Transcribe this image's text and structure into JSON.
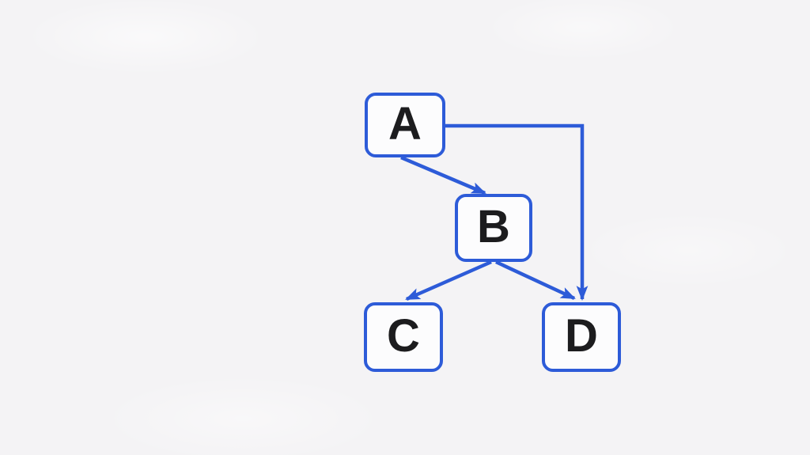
{
  "diagram": {
    "type": "flowchart",
    "nodes": [
      {
        "id": "A",
        "label": "A"
      },
      {
        "id": "B",
        "label": "B"
      },
      {
        "id": "C",
        "label": "C"
      },
      {
        "id": "D",
        "label": "D"
      }
    ],
    "edges": [
      {
        "from": "A",
        "to": "B",
        "routing": "straight",
        "arrowhead": "filled-triangle"
      },
      {
        "from": "A",
        "to": "D",
        "routing": "elbow-right-then-down",
        "arrowhead": "filled-triangle"
      },
      {
        "from": "B",
        "to": "C",
        "routing": "straight",
        "arrowhead": "filled-triangle"
      },
      {
        "from": "B",
        "to": "D",
        "routing": "straight",
        "arrowhead": "filled-triangle"
      }
    ],
    "colors": {
      "edge_and_border": "#2d5bd8",
      "node_fill": "#fcfcfd",
      "label_text": "#1c1c1e",
      "background": "#f4f3f5"
    }
  }
}
